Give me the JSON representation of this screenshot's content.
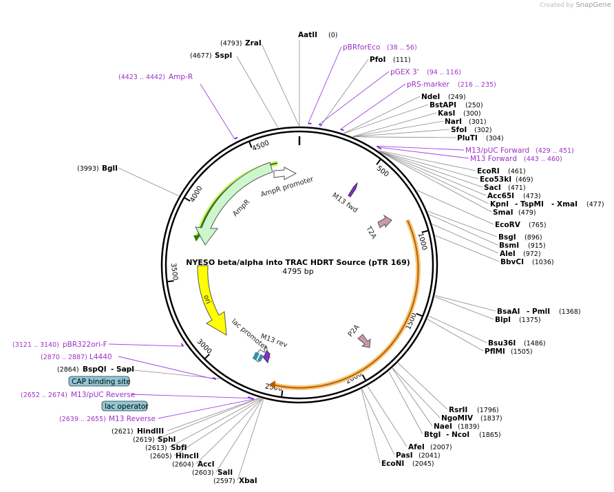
{
  "brand": {
    "created_by": "Created by",
    "name": "SnapGene"
  },
  "plasmid": {
    "name": "NYESO beta/alpha into TRAC HDRT Source (pTR 169)",
    "length_label": "4795 bp",
    "length": 4795
  },
  "ticks": [
    {
      "bp": 500,
      "label": "500"
    },
    {
      "bp": 1000,
      "label": "1000"
    },
    {
      "bp": 1500,
      "label": "1500"
    },
    {
      "bp": 2000,
      "label": "2000"
    },
    {
      "bp": 2500,
      "label": "2500"
    },
    {
      "bp": 3000,
      "label": "3000"
    },
    {
      "bp": 3500,
      "label": "3500"
    },
    {
      "bp": 4000,
      "label": "4000"
    },
    {
      "bp": 4500,
      "label": "4500"
    }
  ],
  "features": [
    {
      "name": "AmpR promoter",
      "color": "#ffffff",
      "stroke": "#555555"
    },
    {
      "name": "AmpR",
      "color": "#ccf7cc",
      "stroke": "#555555"
    },
    {
      "name": "ori",
      "color": "#ffff00",
      "stroke": "#555555"
    },
    {
      "name": "lac promoter",
      "color": "#ffffff",
      "stroke": "#555555"
    },
    {
      "name": "M13 rev",
      "color": "#8a2be2",
      "stroke": "#333333"
    },
    {
      "name": "M13 fwd",
      "color": "#8a2be2",
      "stroke": "#333333"
    },
    {
      "name": "T2A",
      "color": "#c89aa8",
      "stroke": "#555555"
    },
    {
      "name": "P2A",
      "color": "#c89aa8",
      "stroke": "#555555"
    }
  ],
  "arcs": [
    {
      "name": "green-orf",
      "color": "#2e7d00",
      "glow": "#c7f56b"
    },
    {
      "name": "orange-orf",
      "color": "#b85c00",
      "glow": "#f5c87a"
    }
  ],
  "enzymes": [
    {
      "name": "AatII",
      "pos": "(0)"
    },
    {
      "name": "PfoI",
      "pos": "(111)"
    },
    {
      "name": "NdeI",
      "pos": "(249)"
    },
    {
      "name": "BstAPI",
      "pos": "(250)"
    },
    {
      "name": "KasI",
      "pos": "(300)"
    },
    {
      "name": "NarI",
      "pos": "(301)"
    },
    {
      "name": "SfoI",
      "pos": "(302)"
    },
    {
      "name": "PluTI",
      "pos": "(304)"
    },
    {
      "name": "EcoRI",
      "pos": "(461)"
    },
    {
      "name": "Eco53kI",
      "pos": "(469)"
    },
    {
      "name": "SacI",
      "pos": "(471)"
    },
    {
      "name": "Acc65I",
      "pos": "(473)"
    },
    {
      "name": "KpnI",
      "name2": "- TspMI",
      "name3": "- XmaI",
      "pos": "(477)"
    },
    {
      "name": "SmaI",
      "pos": "(479)"
    },
    {
      "name": "EcoRV",
      "pos": "(765)"
    },
    {
      "name": "BsgI",
      "pos": "(896)"
    },
    {
      "name": "BsmI",
      "pos": "(915)"
    },
    {
      "name": "AleI",
      "pos": "(972)"
    },
    {
      "name": "BbvCI",
      "pos": "(1036)"
    },
    {
      "name": "BsaAI",
      "name2": "- PmlI",
      "pos": "(1368)"
    },
    {
      "name": "BlpI",
      "pos": "(1375)"
    },
    {
      "name": "Bsu36I",
      "pos": "(1486)"
    },
    {
      "name": "PflMI",
      "pos": "(1505)"
    },
    {
      "name": "RsrII",
      "pos": "(1796)"
    },
    {
      "name": "NgoMIV",
      "pos": "(1837)"
    },
    {
      "name": "NaeI",
      "pos": "(1839)"
    },
    {
      "name": "BtgI",
      "name2": "- NcoI",
      "pos": "(1865)"
    },
    {
      "name": "AfeI",
      "pos": "(2007)"
    },
    {
      "name": "PasI",
      "pos": "(2041)"
    },
    {
      "name": "EcoNI",
      "pos": "(2045)"
    },
    {
      "name": "XbaI",
      "pos": "(2597)"
    },
    {
      "name": "SalI",
      "pos": "(2603)"
    },
    {
      "name": "AccI",
      "pos": "(2604)"
    },
    {
      "name": "HincII",
      "pos": "(2605)"
    },
    {
      "name": "SbfI",
      "pos": "(2613)"
    },
    {
      "name": "SphI",
      "pos": "(2619)"
    },
    {
      "name": "HindIII",
      "pos": "(2621)"
    },
    {
      "name": "BspQI",
      "name2": "- SapI",
      "pos": "(2864)"
    },
    {
      "name": "BglI",
      "pos": "(3993)"
    },
    {
      "name": "SspI",
      "pos": "(4677)"
    },
    {
      "name": "ZraI",
      "pos": "(4793)"
    }
  ],
  "primers": [
    {
      "name": "pBRforEco",
      "range": "(38 .. 56)"
    },
    {
      "name": "pGEX 3'",
      "range": "(94 .. 116)"
    },
    {
      "name": "pRS-marker",
      "range": "(216 .. 235)"
    },
    {
      "name": "M13/pUC Forward",
      "range": "(429 .. 451)"
    },
    {
      "name": "M13 Forward",
      "range": "(443 .. 460)"
    },
    {
      "name": "M13/pUC Reverse",
      "range": "(2652 .. 2674)"
    },
    {
      "name": "M13 Reverse",
      "range": "(2639 .. 2655)"
    },
    {
      "name": "L4440",
      "range": "(2870 .. 2887)"
    },
    {
      "name": "pBR322ori-F",
      "range": "(3121 .. 3140)"
    },
    {
      "name": "Amp-R",
      "range": "(4423 .. 4442)"
    }
  ],
  "boxed": [
    {
      "name": "CAP binding site",
      "color": "#8fc7d6"
    },
    {
      "name": "lac operator",
      "color": "#8fc7d6"
    }
  ]
}
